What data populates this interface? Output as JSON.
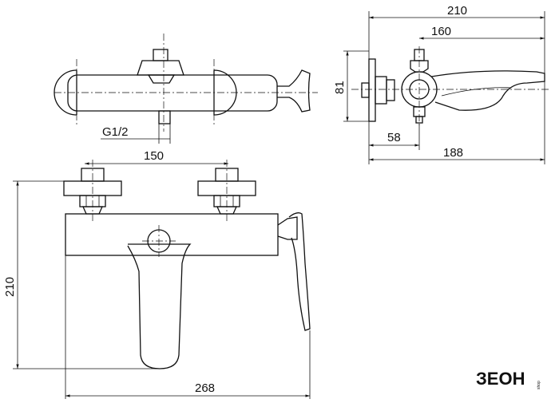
{
  "top_view": {
    "thread_label": "G1/2",
    "dim_center_distance": "150"
  },
  "side_view": {
    "dim_total_length": "210",
    "dim_spout_length": "160",
    "dim_height": "81",
    "dim_inlet_offset": "58",
    "dim_depth": "188"
  },
  "front_view": {
    "dim_height": "210",
    "dim_width": "268"
  },
  "logo": {
    "brand": "ЗЕОН",
    "suffix": "shop"
  }
}
